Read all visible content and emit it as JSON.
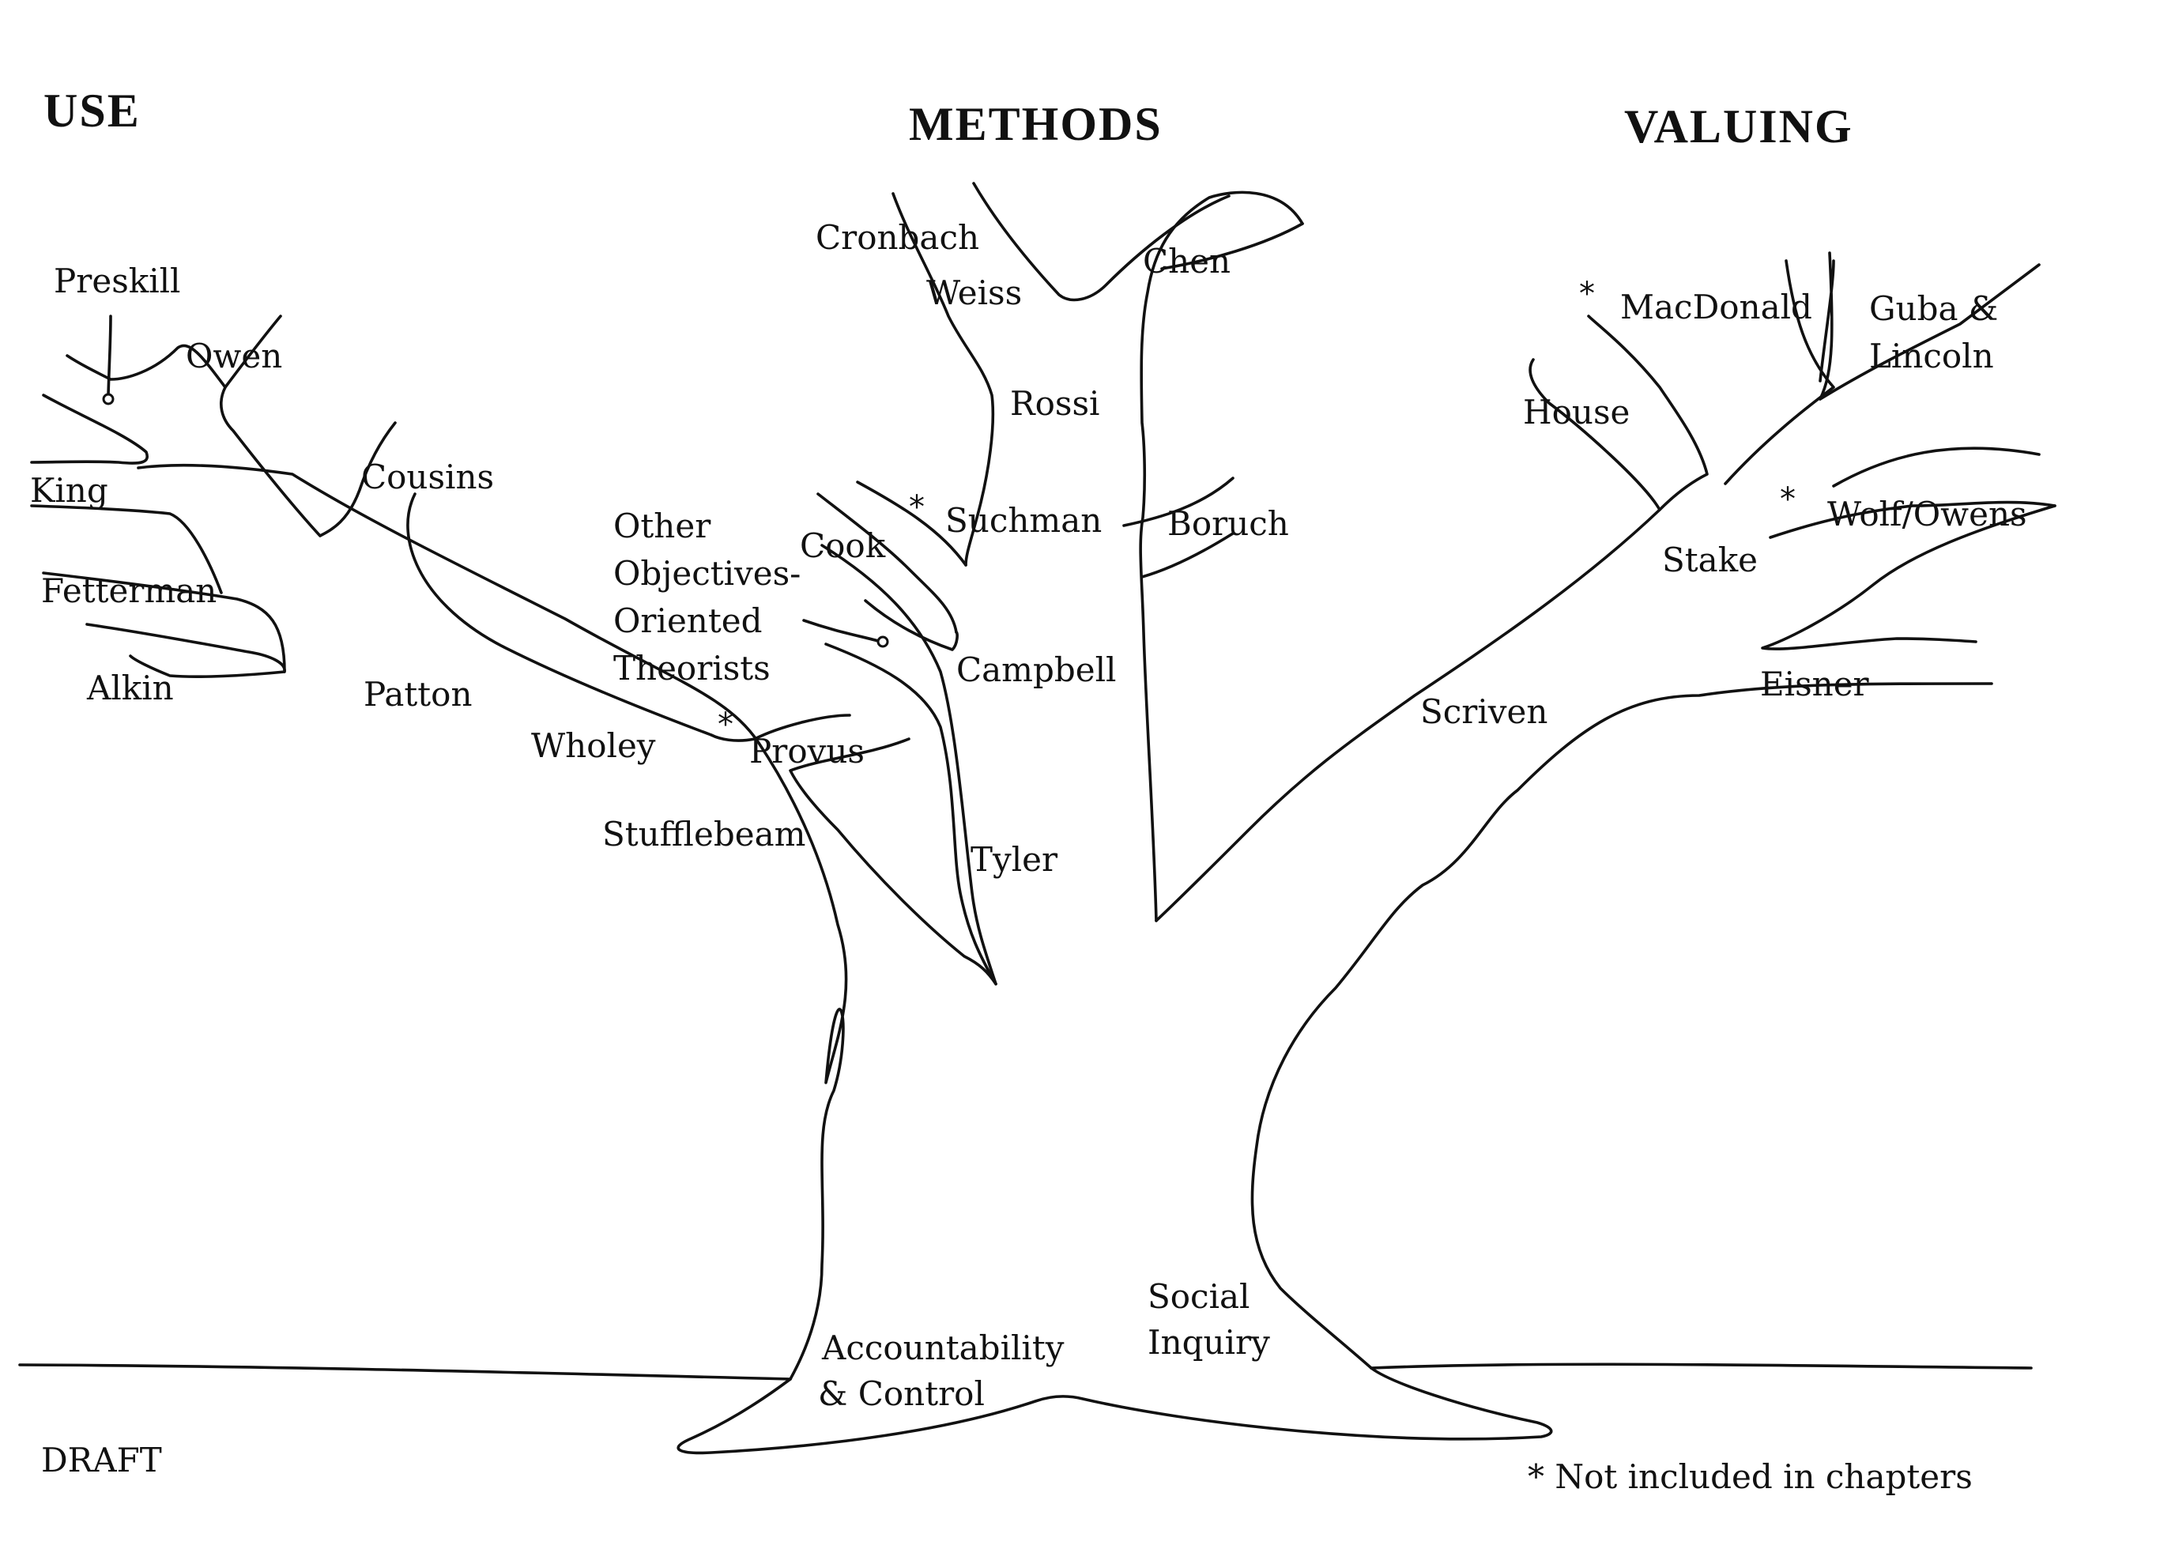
{
  "headers": {
    "use": "USE",
    "methods": "METHODS",
    "valuing": "VALUING"
  },
  "use_branch": {
    "preskill": "Preskill",
    "owen": "Owen",
    "king": "King",
    "cousins": "Cousins",
    "fetterman": "Fetterman",
    "alkin": "Alkin",
    "patton": "Patton",
    "wholey": "Wholey",
    "provus": "Provus",
    "stufflebeam": "Stufflebeam"
  },
  "methods_branch": {
    "cronbach": "Cronbach",
    "weiss": "Weiss",
    "chen": "Chen",
    "rossi": "Rossi",
    "suchman": "Suchman",
    "boruch": "Boruch",
    "cook": "Cook",
    "other_line1": "Other",
    "other_line2": "Objectives-",
    "other_line3": "Oriented",
    "other_line4": "Theorists",
    "campbell": "Campbell",
    "tyler": "Tyler"
  },
  "valuing_branch": {
    "macdonald": "MacDonald",
    "guba_line1": "Guba &",
    "guba_line2": "Lincoln",
    "house": "House",
    "wolf_owens": "Wolf/Owens",
    "stake": "Stake",
    "eisner": "Eisner",
    "scriven": "Scriven"
  },
  "roots": {
    "accountability_line1": "Accountability",
    "accountability_line2": "& Control",
    "social_line1": "Social",
    "social_line2": "Inquiry"
  },
  "footer": {
    "draft": "DRAFT",
    "asterisk_note": "* Not included in chapters"
  },
  "marker": "*"
}
